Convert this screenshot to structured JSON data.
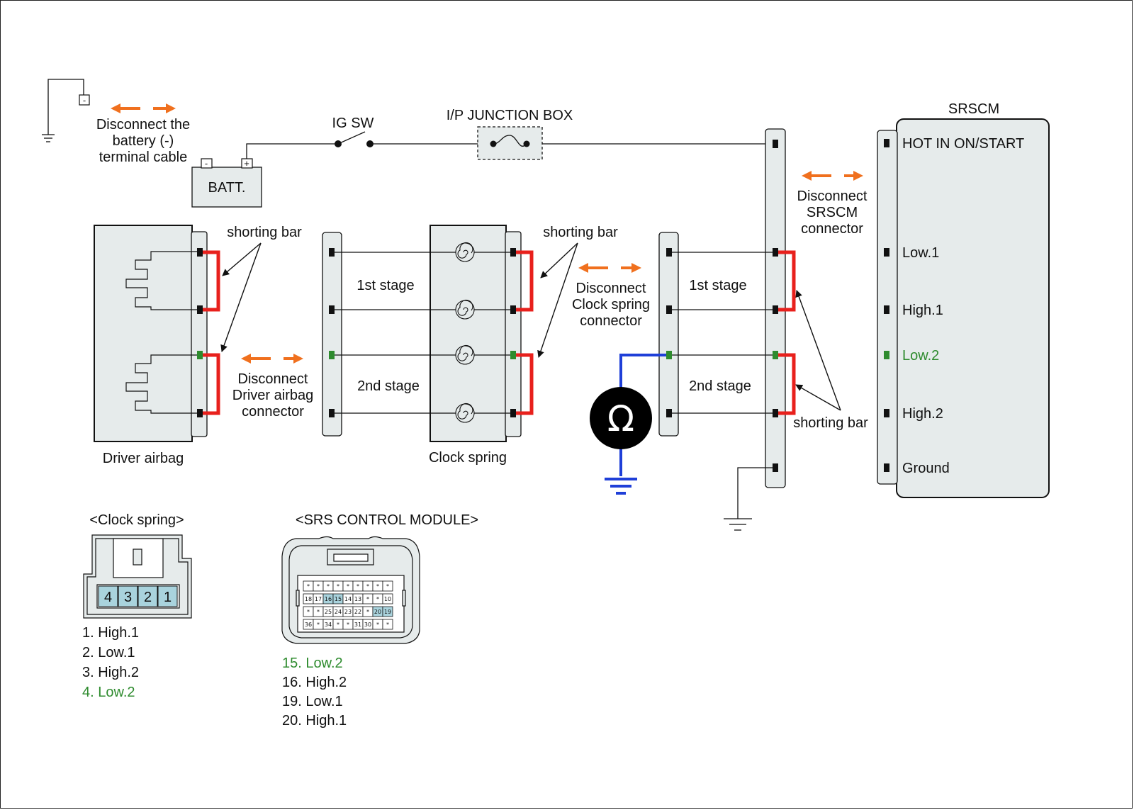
{
  "battery": {
    "label": "BATT.",
    "neg_symbol": "-",
    "pos_symbol": "+",
    "ground_terminal_symbol": "-",
    "note_lines": [
      "Disconnect the",
      "battery (-)",
      "terminal cable"
    ]
  },
  "ig_switch": {
    "label": "IG SW"
  },
  "junction_box": {
    "label": "I/P JUNCTION BOX"
  },
  "srscm": {
    "title": "SRSCM",
    "pins": [
      {
        "label": "HOT IN ON/START",
        "highlight": false
      },
      {
        "label": "Low.1",
        "highlight": false
      },
      {
        "label": "High.1",
        "highlight": false
      },
      {
        "label": "Low.2",
        "highlight": true
      },
      {
        "label": "High.2",
        "highlight": false
      },
      {
        "label": "Ground",
        "highlight": false
      }
    ],
    "disconnect_lines": [
      "Disconnect",
      "SRSCM",
      "connector"
    ]
  },
  "driver_airbag": {
    "label": "Driver airbag",
    "shorting_bar_label": "shorting bar",
    "disconnect_lines": [
      "Disconnect",
      "Driver airbag",
      "connector"
    ]
  },
  "clock_spring": {
    "label": "Clock spring",
    "shorting_bar_label": "shorting bar",
    "stage1_label": "1st stage",
    "stage2_label": "2nd stage",
    "disconnect_lines": [
      "Disconnect",
      "Clock spring",
      "connector"
    ]
  },
  "harness": {
    "stage1_label": "1st stage",
    "stage2_label": "2nd stage",
    "shorting_bar_label": "shorting bar",
    "meter_symbol": "Ω"
  },
  "clock_spring_connector": {
    "title": "<Clock spring>",
    "pin_numbers": [
      "4",
      "3",
      "2",
      "1"
    ],
    "legend": [
      {
        "text": "1. High.1",
        "highlight": false
      },
      {
        "text": "2. Low.1",
        "highlight": false
      },
      {
        "text": "3. High.2",
        "highlight": false
      },
      {
        "text": "4. Low.2",
        "highlight": true
      }
    ]
  },
  "srs_module_connector": {
    "title": "<SRS CONTROL MODULE>",
    "rows": [
      [
        "*",
        "*",
        "*",
        "*",
        "*",
        "*",
        "*",
        "*",
        "*"
      ],
      [
        "18",
        "17",
        "16",
        "15",
        "14",
        "13",
        "*",
        "*",
        "10"
      ],
      [
        "*",
        "*",
        "25",
        "24",
        "23",
        "22",
        "*",
        "20",
        "19"
      ],
      [
        "36",
        "*",
        "34",
        "*",
        "*",
        "31",
        "30",
        "*",
        "*"
      ]
    ],
    "highlighted_pins": [
      "16",
      "15",
      "20",
      "19"
    ],
    "legend": [
      {
        "text": "15. Low.2",
        "highlight": true
      },
      {
        "text": "16. High.2",
        "highlight": false
      },
      {
        "text": "19. Low.1",
        "highlight": false
      },
      {
        "text": "20. High.1",
        "highlight": false
      }
    ]
  },
  "colors": {
    "shorting_bar": "#e8201c",
    "arrow": "#f0701e",
    "meter_lead": "#1f3fd8",
    "highlight_pin": "#2e8b2e",
    "panel_fill": "#e6ebeb",
    "connector_pin_fill": "#a9d3dd"
  }
}
